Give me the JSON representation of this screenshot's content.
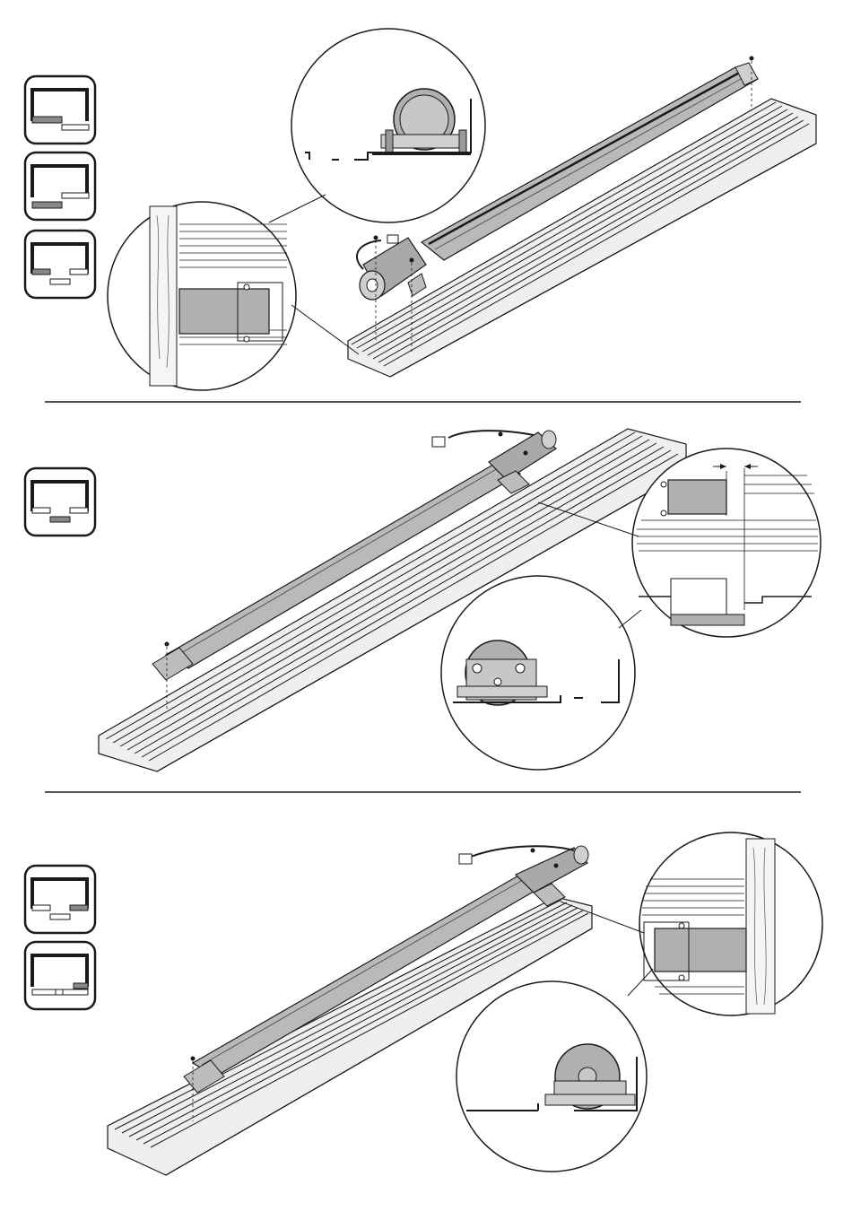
{
  "document": {
    "type": "installation-manual-page",
    "text": []
  },
  "sections": [
    {
      "id": "top",
      "position_icons": [
        "frame-bottom-left-recessed",
        "frame-bottom-left-raised",
        "frame-bottom-center-channel"
      ],
      "details": [
        "side-view-motor-on-bracket",
        "top-view-bracket-on-rail-near-wall"
      ]
    },
    {
      "id": "middle",
      "position_icons": [
        "frame-bottom-center-recess"
      ],
      "details": [
        "top-view-bracket-offset-dimension",
        "side-view-motor-on-bracket"
      ]
    },
    {
      "id": "bottom",
      "position_icons": [
        "frame-bottom-right-recess",
        "frame-bottom-right-split"
      ],
      "details": [
        "top-view-bracket-against-wall",
        "side-view-motor-on-bracket"
      ]
    }
  ],
  "colors": {
    "line": "#1a1a1a",
    "motor_fill": "#a9a9a9",
    "motor_light": "#cfcfcf",
    "rail_fill": "#e6e6e6",
    "bracket_fill": "#bdbdbd",
    "paper": "#ffffff"
  }
}
